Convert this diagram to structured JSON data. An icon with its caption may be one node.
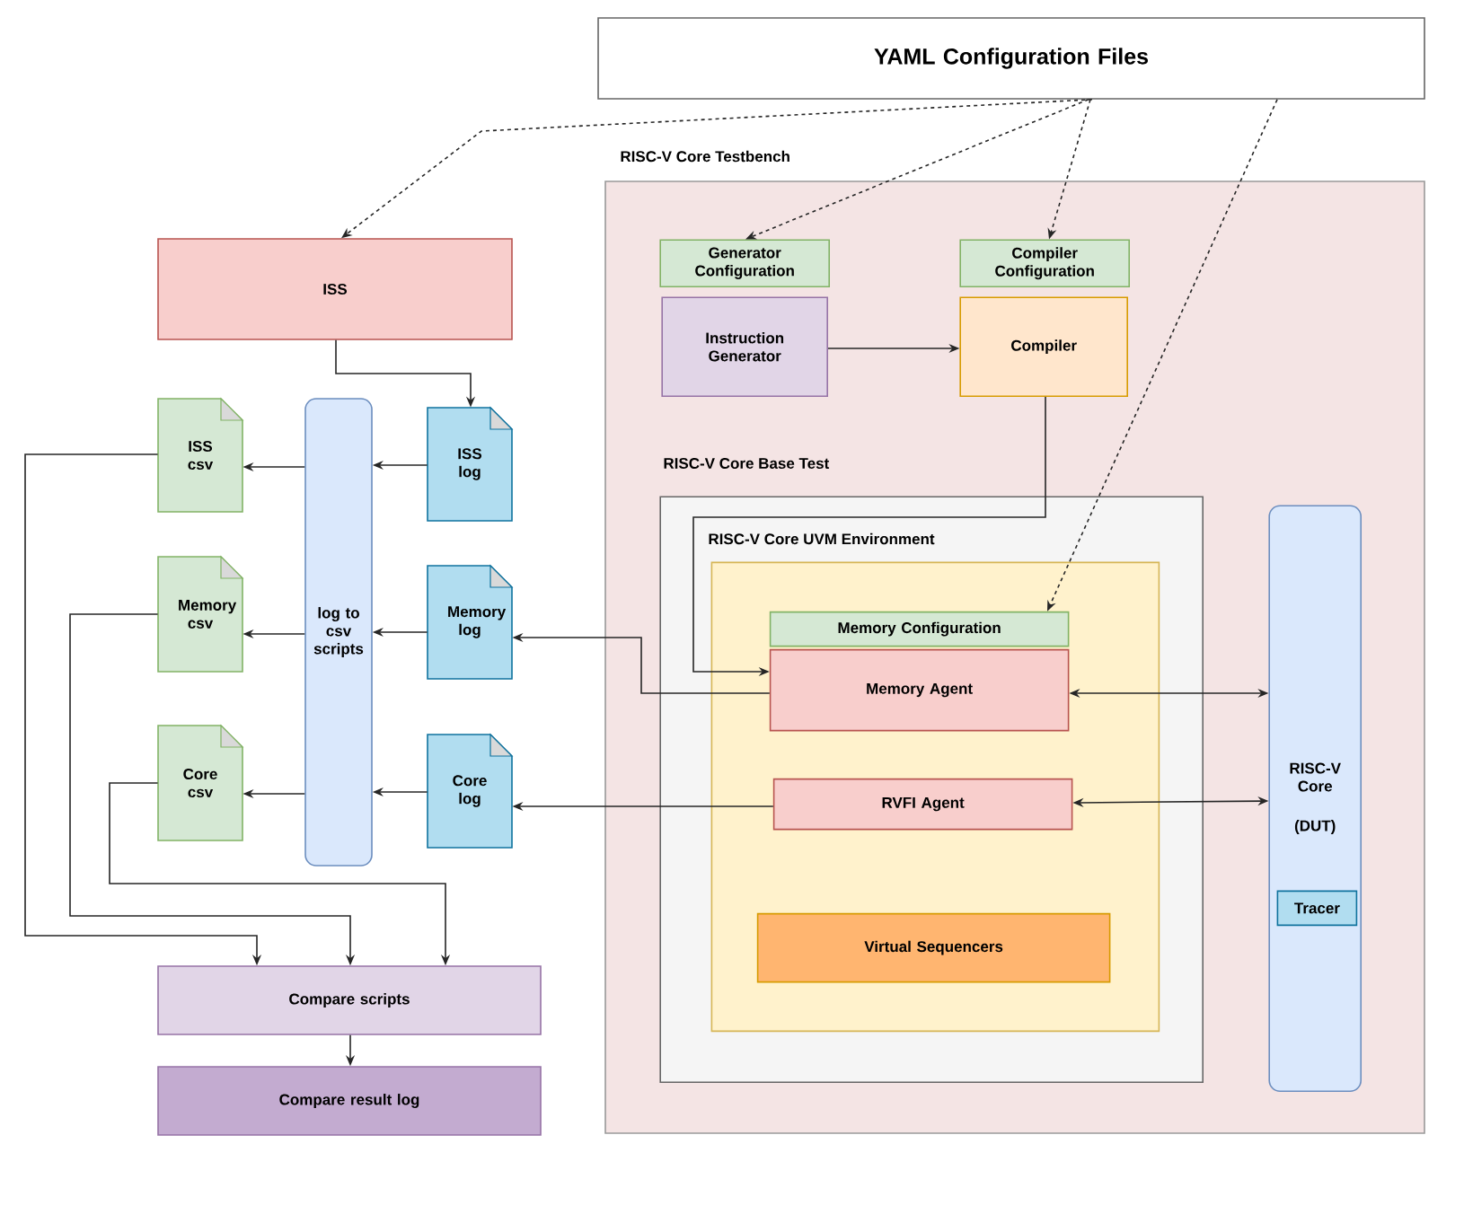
{
  "diagram": {
    "nodes": [
      {
        "text": [
          "YAML Configuration Files"
        ]
      },
      {
        "text": [
          "RISC-V Core Testbench"
        ]
      },
      {
        "text": [
          "Generator Configuration"
        ],
        "in": 1
      },
      {
        "text": [
          "Instruction Generator"
        ],
        "in": 1
      },
      {
        "text": [
          "Compiler Configuration"
        ],
        "in": 1
      },
      {
        "text": [
          "Compiler"
        ],
        "in": 1
      },
      {
        "text": [
          "RISC-V Core Base Test"
        ],
        "in": 1
      },
      {
        "text": [
          "RISC-V Core UVM Environment"
        ],
        "in": 6
      },
      {
        "text": [
          "Memory Configuration"
        ],
        "in": 7
      },
      {
        "text": [
          "Memory Agent"
        ],
        "in": 7
      },
      {
        "text": [
          "RVFI Agent"
        ],
        "in": 7
      },
      {
        "text": [
          "Virtual Sequencers"
        ],
        "in": 7
      },
      {
        "text": [
          "RISC-V Core",
          "(DUT)"
        ],
        "in": 1
      },
      {
        "text": [
          "Tracer"
        ],
        "in": 12
      },
      {
        "text": [
          "ISS"
        ]
      },
      {
        "text": [
          "ISS log"
        ]
      },
      {
        "text": [
          "Memory log"
        ]
      },
      {
        "text": [
          "Core log"
        ]
      },
      {
        "text": [
          "log to csv scripts"
        ]
      },
      {
        "text": [
          "ISS csv"
        ]
      },
      {
        "text": [
          "Memory csv"
        ]
      },
      {
        "text": [
          "Core csv"
        ]
      },
      {
        "text": [
          "Compare scripts"
        ]
      },
      {
        "text": [
          "Compare result log"
        ]
      }
    ],
    "edges": [
      {
        "from": 0,
        "to": 14,
        "arrow": "to",
        "style": "dashed"
      },
      {
        "from": 0,
        "to": 2,
        "arrow": "to",
        "style": "dashed"
      },
      {
        "from": 0,
        "to": 4,
        "arrow": "to",
        "style": "dashed"
      },
      {
        "from": 0,
        "to": 8,
        "arrow": "to",
        "style": "dashed"
      },
      {
        "from": 3,
        "to": 5,
        "arrow": "to"
      },
      {
        "from": 5,
        "to": 9,
        "arrow": "to"
      },
      {
        "from": 9,
        "to": 12,
        "arrow": "both"
      },
      {
        "from": 10,
        "to": 12,
        "arrow": "both"
      },
      {
        "from": 9,
        "to": 16,
        "arrow": "to"
      },
      {
        "from": 10,
        "to": 17,
        "arrow": "to"
      },
      {
        "from": 14,
        "to": 15,
        "arrow": "to"
      },
      {
        "from": 15,
        "to": 18,
        "arrow": "to"
      },
      {
        "from": 16,
        "to": 18,
        "arrow": "to"
      },
      {
        "from": 17,
        "to": 18,
        "arrow": "to"
      },
      {
        "from": 18,
        "to": 19,
        "arrow": "to"
      },
      {
        "from": 18,
        "to": 20,
        "arrow": "to"
      },
      {
        "from": 18,
        "to": 21,
        "arrow": "to"
      },
      {
        "from": 19,
        "to": 22,
        "arrow": "to"
      },
      {
        "from": 20,
        "to": 22,
        "arrow": "to"
      },
      {
        "from": 21,
        "to": 22,
        "arrow": "to"
      },
      {
        "from": 22,
        "to": 23,
        "arrow": "to"
      }
    ]
  }
}
